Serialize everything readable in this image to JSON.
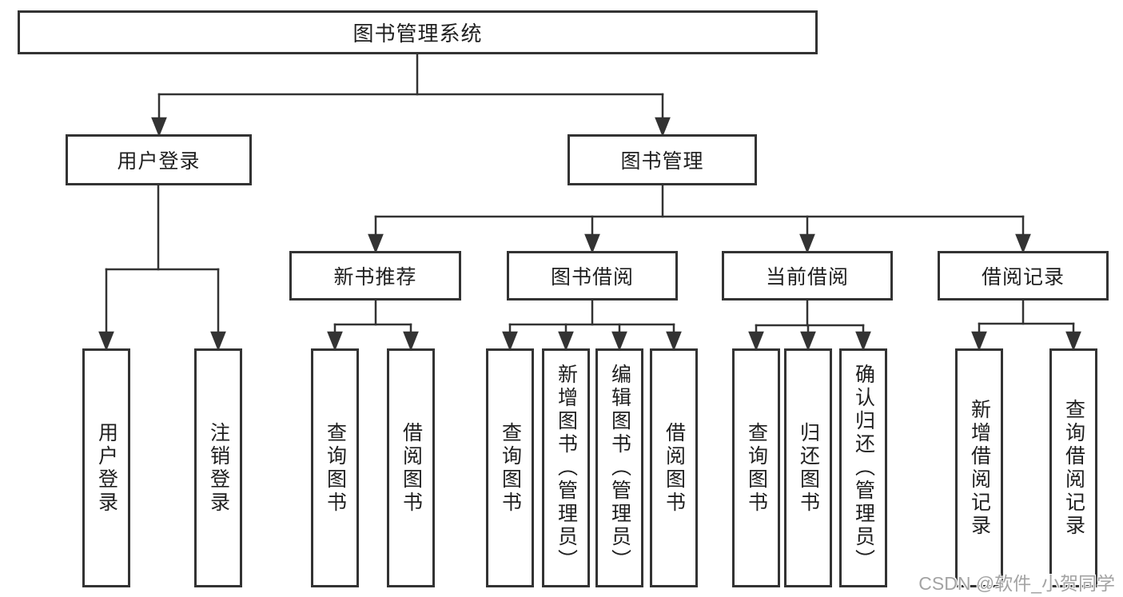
{
  "diagram": {
    "nodes": {
      "root": {
        "label": "图书管理系统"
      },
      "user_login": {
        "label": "用户登录"
      },
      "book_mgmt": {
        "label": "图书管理"
      },
      "new_book_rec": {
        "label": "新书推荐"
      },
      "book_borrow": {
        "label": "图书借阅"
      },
      "current_borrow": {
        "label": "当前借阅"
      },
      "borrow_records": {
        "label": "借阅记录"
      },
      "leaf_user_login": {
        "label": "用户登录"
      },
      "leaf_logout": {
        "label": "注销登录"
      },
      "rec_query_books": {
        "label": "查询图书"
      },
      "rec_borrow_books": {
        "label": "借阅图书"
      },
      "bb_query_books": {
        "label": "查询图书"
      },
      "bb_add_books": {
        "label": "新增图书（管理员）"
      },
      "bb_edit_books": {
        "label": "编辑图书（管理员）"
      },
      "bb_borrow_books": {
        "label": "借阅图书"
      },
      "cb_query_books": {
        "label": "查询图书"
      },
      "cb_return_books": {
        "label": "归还图书"
      },
      "cb_confirm_return": {
        "label": "确认归还（管理员）"
      },
      "br_add_record": {
        "label": "新增借阅记录"
      },
      "br_query_record": {
        "label": "查询借阅记录"
      }
    },
    "colors": {
      "line": "#333333",
      "text": "#1f1f1f",
      "background": "#ffffff",
      "watermark": "#a3a3a3"
    }
  },
  "watermark": {
    "text": "CSDN @软件_小贺同学"
  }
}
